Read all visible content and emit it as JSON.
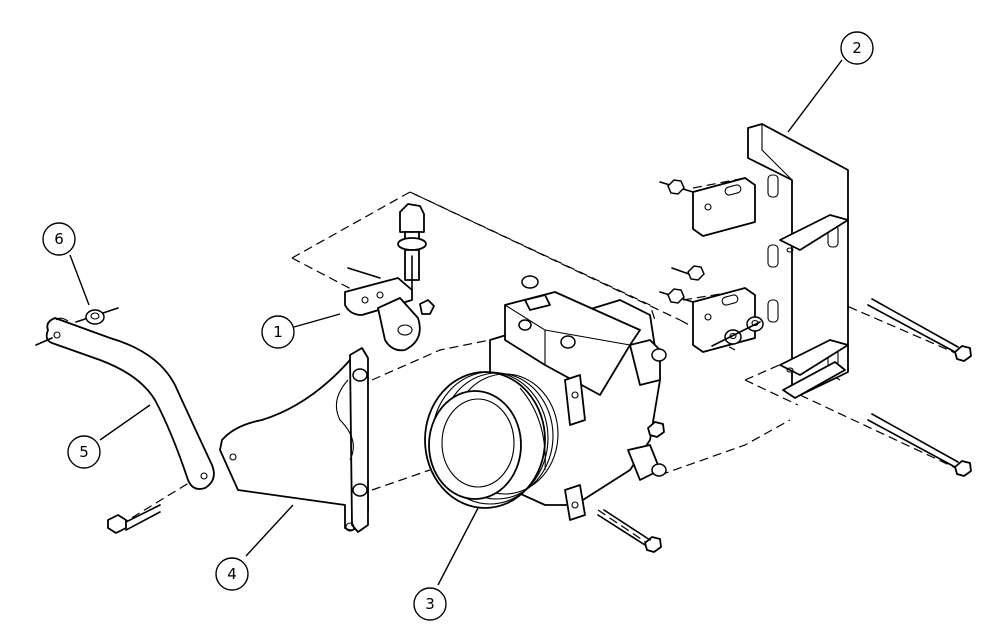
{
  "callouts": [
    {
      "id": "1",
      "part": "bracket"
    },
    {
      "id": "2",
      "part": "mounting-plate"
    },
    {
      "id": "3",
      "part": "compressor"
    },
    {
      "id": "4",
      "part": "support-bracket"
    },
    {
      "id": "5",
      "part": "adjusting-arm"
    },
    {
      "id": "6",
      "part": "spacer"
    }
  ]
}
